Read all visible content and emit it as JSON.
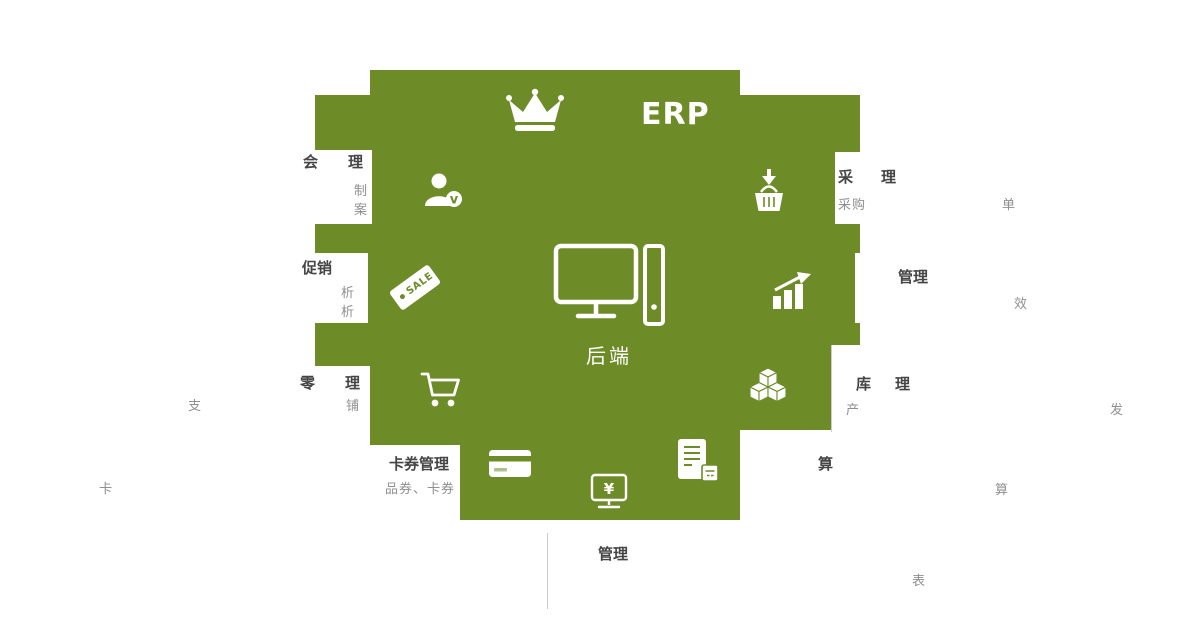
{
  "diagram_title": "ERP",
  "center_label": "后端",
  "sale_tag_text": "SALE",
  "currency_symbol": "¥",
  "member_badge_letter": "v",
  "callouts": {
    "member": {
      "label_start": "会",
      "label_end": "理",
      "desc_line1_end": "制",
      "desc_line2_end": "案"
    },
    "promotion": {
      "label_visible": "促销",
      "desc_line1_end": "析",
      "desc_line2_end": "析"
    },
    "retail": {
      "label_start": "零",
      "label_end": "理",
      "desc_start": "支",
      "desc_end": "铺"
    },
    "coupon": {
      "label": "卡券管理",
      "desc_start": "卡",
      "desc_end": "品券、卡券"
    },
    "cashier": {
      "label_visible": "管理",
      "desc_end": "表"
    },
    "procurement": {
      "label_start": "采",
      "label_end": "理",
      "desc_start": "采购",
      "desc_end": "单"
    },
    "business": {
      "label_visible": "管理",
      "desc_end": "效"
    },
    "inventory": {
      "label_start": "库",
      "label_end": "理",
      "desc_start": "产",
      "desc_end": "发"
    },
    "settlement": {
      "label_end": "算",
      "desc_end": "算"
    }
  },
  "colors": {
    "brand_green": "#6d8c28",
    "label_text": "#454545",
    "desc_text": "#8f8f8f",
    "connector_line": "#cccccc",
    "icon_color": "#ffffff"
  }
}
